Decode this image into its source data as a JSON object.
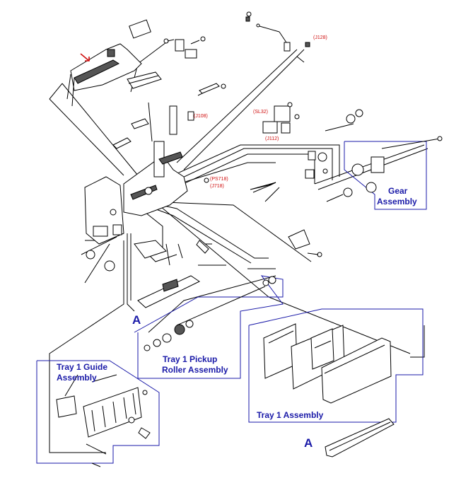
{
  "callouts": {
    "gear_line1": "Gear",
    "gear_line2": "Assembly",
    "pickup_line1": "Tray 1 Pickup",
    "pickup_line2": "Roller Assembly",
    "guide_line1": "Tray 1 Guide",
    "guide_line2": "Assembly",
    "tray1": "Tray 1 Assembly"
  },
  "refs": {
    "j128": "(J128)",
    "j108": "(J108)",
    "sl32": "(SL32)",
    "j112": "(J112)",
    "ps718": "(PS718)",
    "j718": "(J718)"
  },
  "letters": {
    "a_top": "A",
    "a_bottom": "A"
  },
  "colors": {
    "callout": "#1a1aa8",
    "reference": "#d01010",
    "arrow": "#d01010",
    "line": "#000000"
  },
  "icons": {
    "pointer": "red-arrow-icon"
  }
}
